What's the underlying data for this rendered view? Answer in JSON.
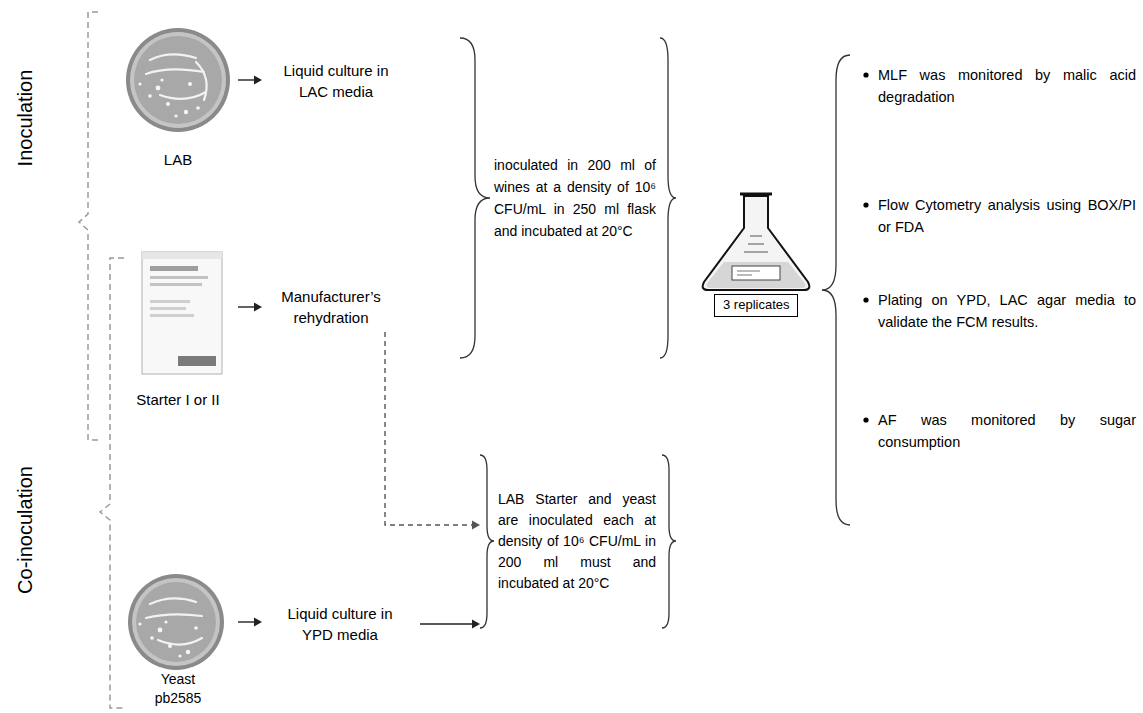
{
  "diagram": {
    "nodes": [
      {
        "text": [
          "LAB"
        ]
      },
      {
        "text": [
          "Liquid culture in LAC media"
        ]
      },
      {
        "text": [
          "Starter I or II"
        ]
      },
      {
        "text": [
          "Manufacturer’s rehydration"
        ]
      },
      {
        "text": [
          "Yeast pb2585"
        ]
      },
      {
        "text": [
          "Liquid culture in YPD media"
        ]
      },
      {
        "text": [
          "inoculated in 200 ml of wines at a density of 10⁶ CFU/mL in 250 ml flask and incubated at 20°C"
        ]
      },
      {
        "text": [
          "LAB Starter and yeast are inoculated each at density of 10⁶ CFU/mL in 200 ml must and incubated at 20°C"
        ]
      },
      {
        "text": [
          "3 replicates"
        ]
      }
    ],
    "edges": [
      {
        "from": 0,
        "to": 1,
        "arrow": "to"
      },
      {
        "from": 2,
        "to": 3,
        "arrow": "to"
      },
      {
        "from": 4,
        "to": 5,
        "arrow": "to"
      },
      {
        "from": 5,
        "to": 7,
        "arrow": "to"
      },
      {
        "from": 3,
        "to": 7,
        "arrow": "to"
      }
    ],
    "labels": [
      "Inoculation",
      "Co-inoculation",
      "MLF was monitored by malic acid degradation",
      "Flow Cytometry analysis using BOX/PI or FDA",
      "Plating on YPD, LAC agar media to validate the FCM results.",
      "AF was monitored by sugar consumption"
    ]
  }
}
